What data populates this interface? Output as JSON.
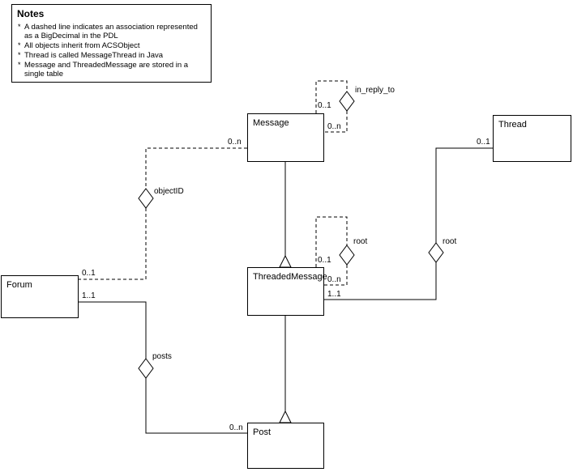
{
  "notes": {
    "title": "Notes",
    "items": [
      "A dashed line indicates an association represented as a BigDecimal in the PDL",
      "All objects inherit from ACSObject",
      "Thread is called MessageThread in Java",
      "Message and ThreadedMessage are stored in a single table"
    ]
  },
  "classes": {
    "message": "Message",
    "thread": "Thread",
    "forum": "Forum",
    "threaded_message": "ThreadedMessage",
    "post": "Post"
  },
  "associations": {
    "in_reply_to": {
      "name": "in_reply_to",
      "source_mult": "0..1",
      "target_mult": "0..n"
    },
    "object_id": {
      "name": "objectID",
      "message_mult": "0..n",
      "forum_mult": "0..1"
    },
    "root_self": {
      "name": "root",
      "source_mult": "0..1",
      "target_mult": "0..n"
    },
    "root_thread": {
      "name": "root",
      "thread_mult": "0..1",
      "threaded_message_mult": "1..1"
    },
    "posts": {
      "name": "posts",
      "forum_mult": "1..1",
      "post_mult": "0..n"
    }
  },
  "colors": {
    "line": "#000000",
    "background": "#ffffff"
  }
}
